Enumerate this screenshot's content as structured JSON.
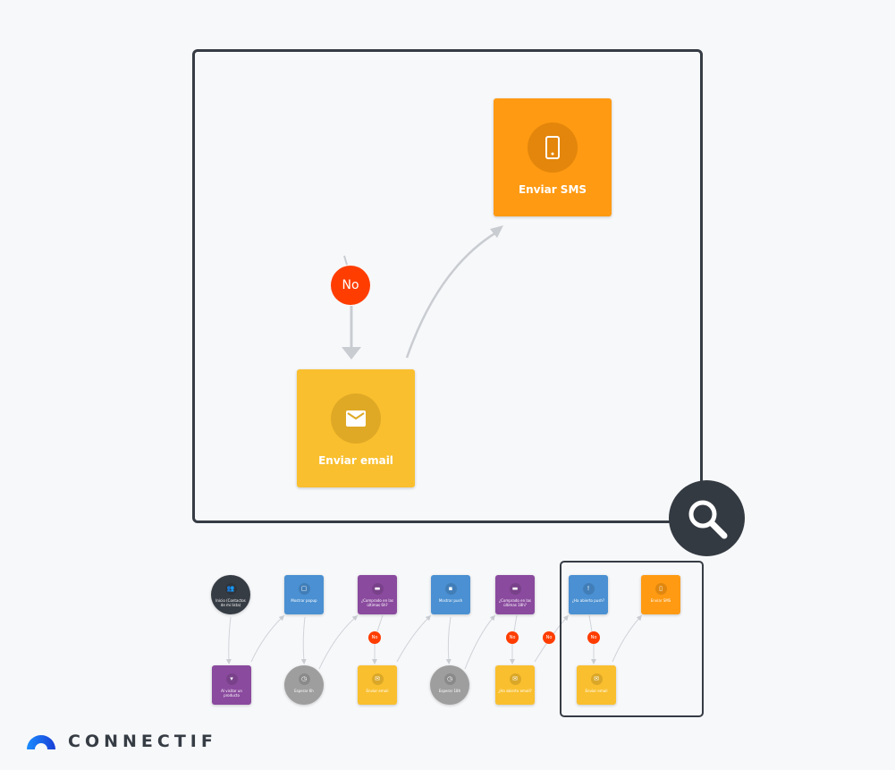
{
  "canvas": {
    "sms_node": {
      "label": "Enviar SMS",
      "color": "#ff9a12",
      "icon": "phone-icon"
    },
    "email_node": {
      "label": "Enviar email",
      "color": "#f9bf2e",
      "icon": "envelope-icon"
    },
    "no_badge": "No"
  },
  "minimap": {
    "nodes": [
      {
        "label": "Inicio (Contactos de mi lista)",
        "icon": "contacts-icon",
        "color": "#363c44"
      },
      {
        "label": "Mostrar popup",
        "icon": "popup-icon",
        "color": "#4a90d2"
      },
      {
        "label": "¿Comprado en las últimas 6h?",
        "icon": "card-icon",
        "color": "#8a4a9e"
      },
      {
        "label": "Mostrar push",
        "icon": "chat-icon",
        "color": "#4a90d2"
      },
      {
        "label": "¿Comprado en las últimas 18h?",
        "icon": "card-icon",
        "color": "#8a4a9e"
      },
      {
        "label": "¿Ha abierto push?",
        "icon": "push-icon",
        "color": "#4a90d2"
      },
      {
        "label": "Enviar SMS",
        "icon": "phone-icon",
        "color": "#ff9a12"
      },
      {
        "label": "Al visitar un producto",
        "icon": "basket-icon",
        "color": "#8a4a9e"
      },
      {
        "label": "Esperar 6h",
        "icon": "clock-icon",
        "color": "#9e9e9e"
      },
      {
        "label": "Enviar email",
        "icon": "envelope-icon",
        "color": "#f9bf2e"
      },
      {
        "label": "Esperar 18h",
        "icon": "clock-icon",
        "color": "#9e9e9e"
      },
      {
        "label": "¿Ha abierto email?",
        "icon": "open-envelope-icon",
        "color": "#f9bf2e"
      },
      {
        "label": "Enviar email",
        "icon": "envelope-icon",
        "color": "#f9bf2e"
      }
    ],
    "no_badge": "No"
  },
  "brand": {
    "name": "CONNECTIF"
  }
}
